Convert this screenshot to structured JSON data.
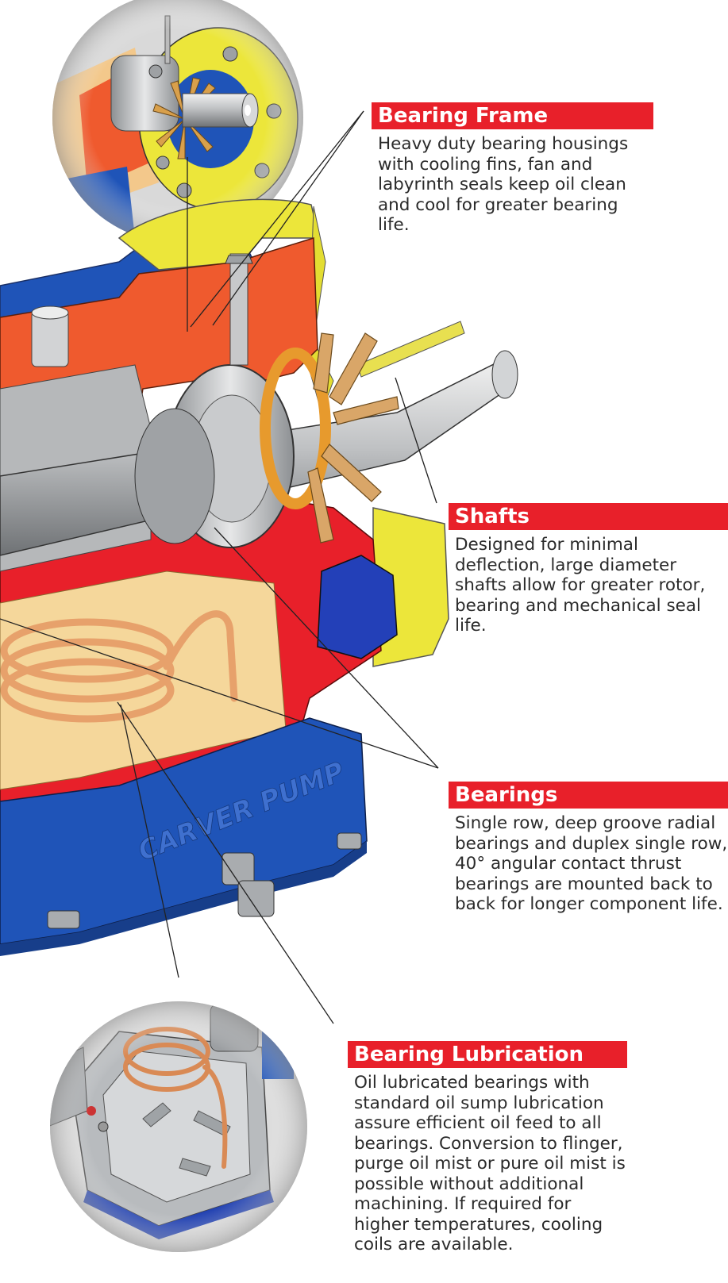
{
  "callouts": {
    "bearing_frame": {
      "title": "Bearing Frame",
      "body": "Heavy duty bearing housings with cooling fins, fan and labyrinth seals keep oil clean and cool for greater bearing life."
    },
    "shafts": {
      "title": "Shafts",
      "body": "Designed for minimal deflection, large diameter shafts allow for greater rotor, bearing and mechanical seal life."
    },
    "bearings": {
      "title": "Bearings",
      "body": "Single row, deep groove radial bearings and duplex single row, 40° angular contact thrust bearings are mounted back to back for longer component life."
    },
    "bearing_lubrication": {
      "title": "Bearing Lubrication",
      "body": "Oil lubricated bearings with standard oil sump lubrication assure efficient oil feed to all bearings. Conversion to flinger, purge oil mist or pure oil mist is possible without additional machining. If required for higher temperatures, cooling coils are available."
    }
  },
  "illustration": {
    "base_casting_text": "CARVER PUMP"
  },
  "colors": {
    "callout_red": "#e8202a",
    "frame_orange": "#ef5a2e",
    "housing_blue": "#1f54b8",
    "cover_yellow": "#ece63a",
    "fan_tan": "#d9a668",
    "coil_copper": "#e7a16b",
    "sump_cream": "#f5d79b",
    "shaft_gray": "#c4c6c8"
  }
}
